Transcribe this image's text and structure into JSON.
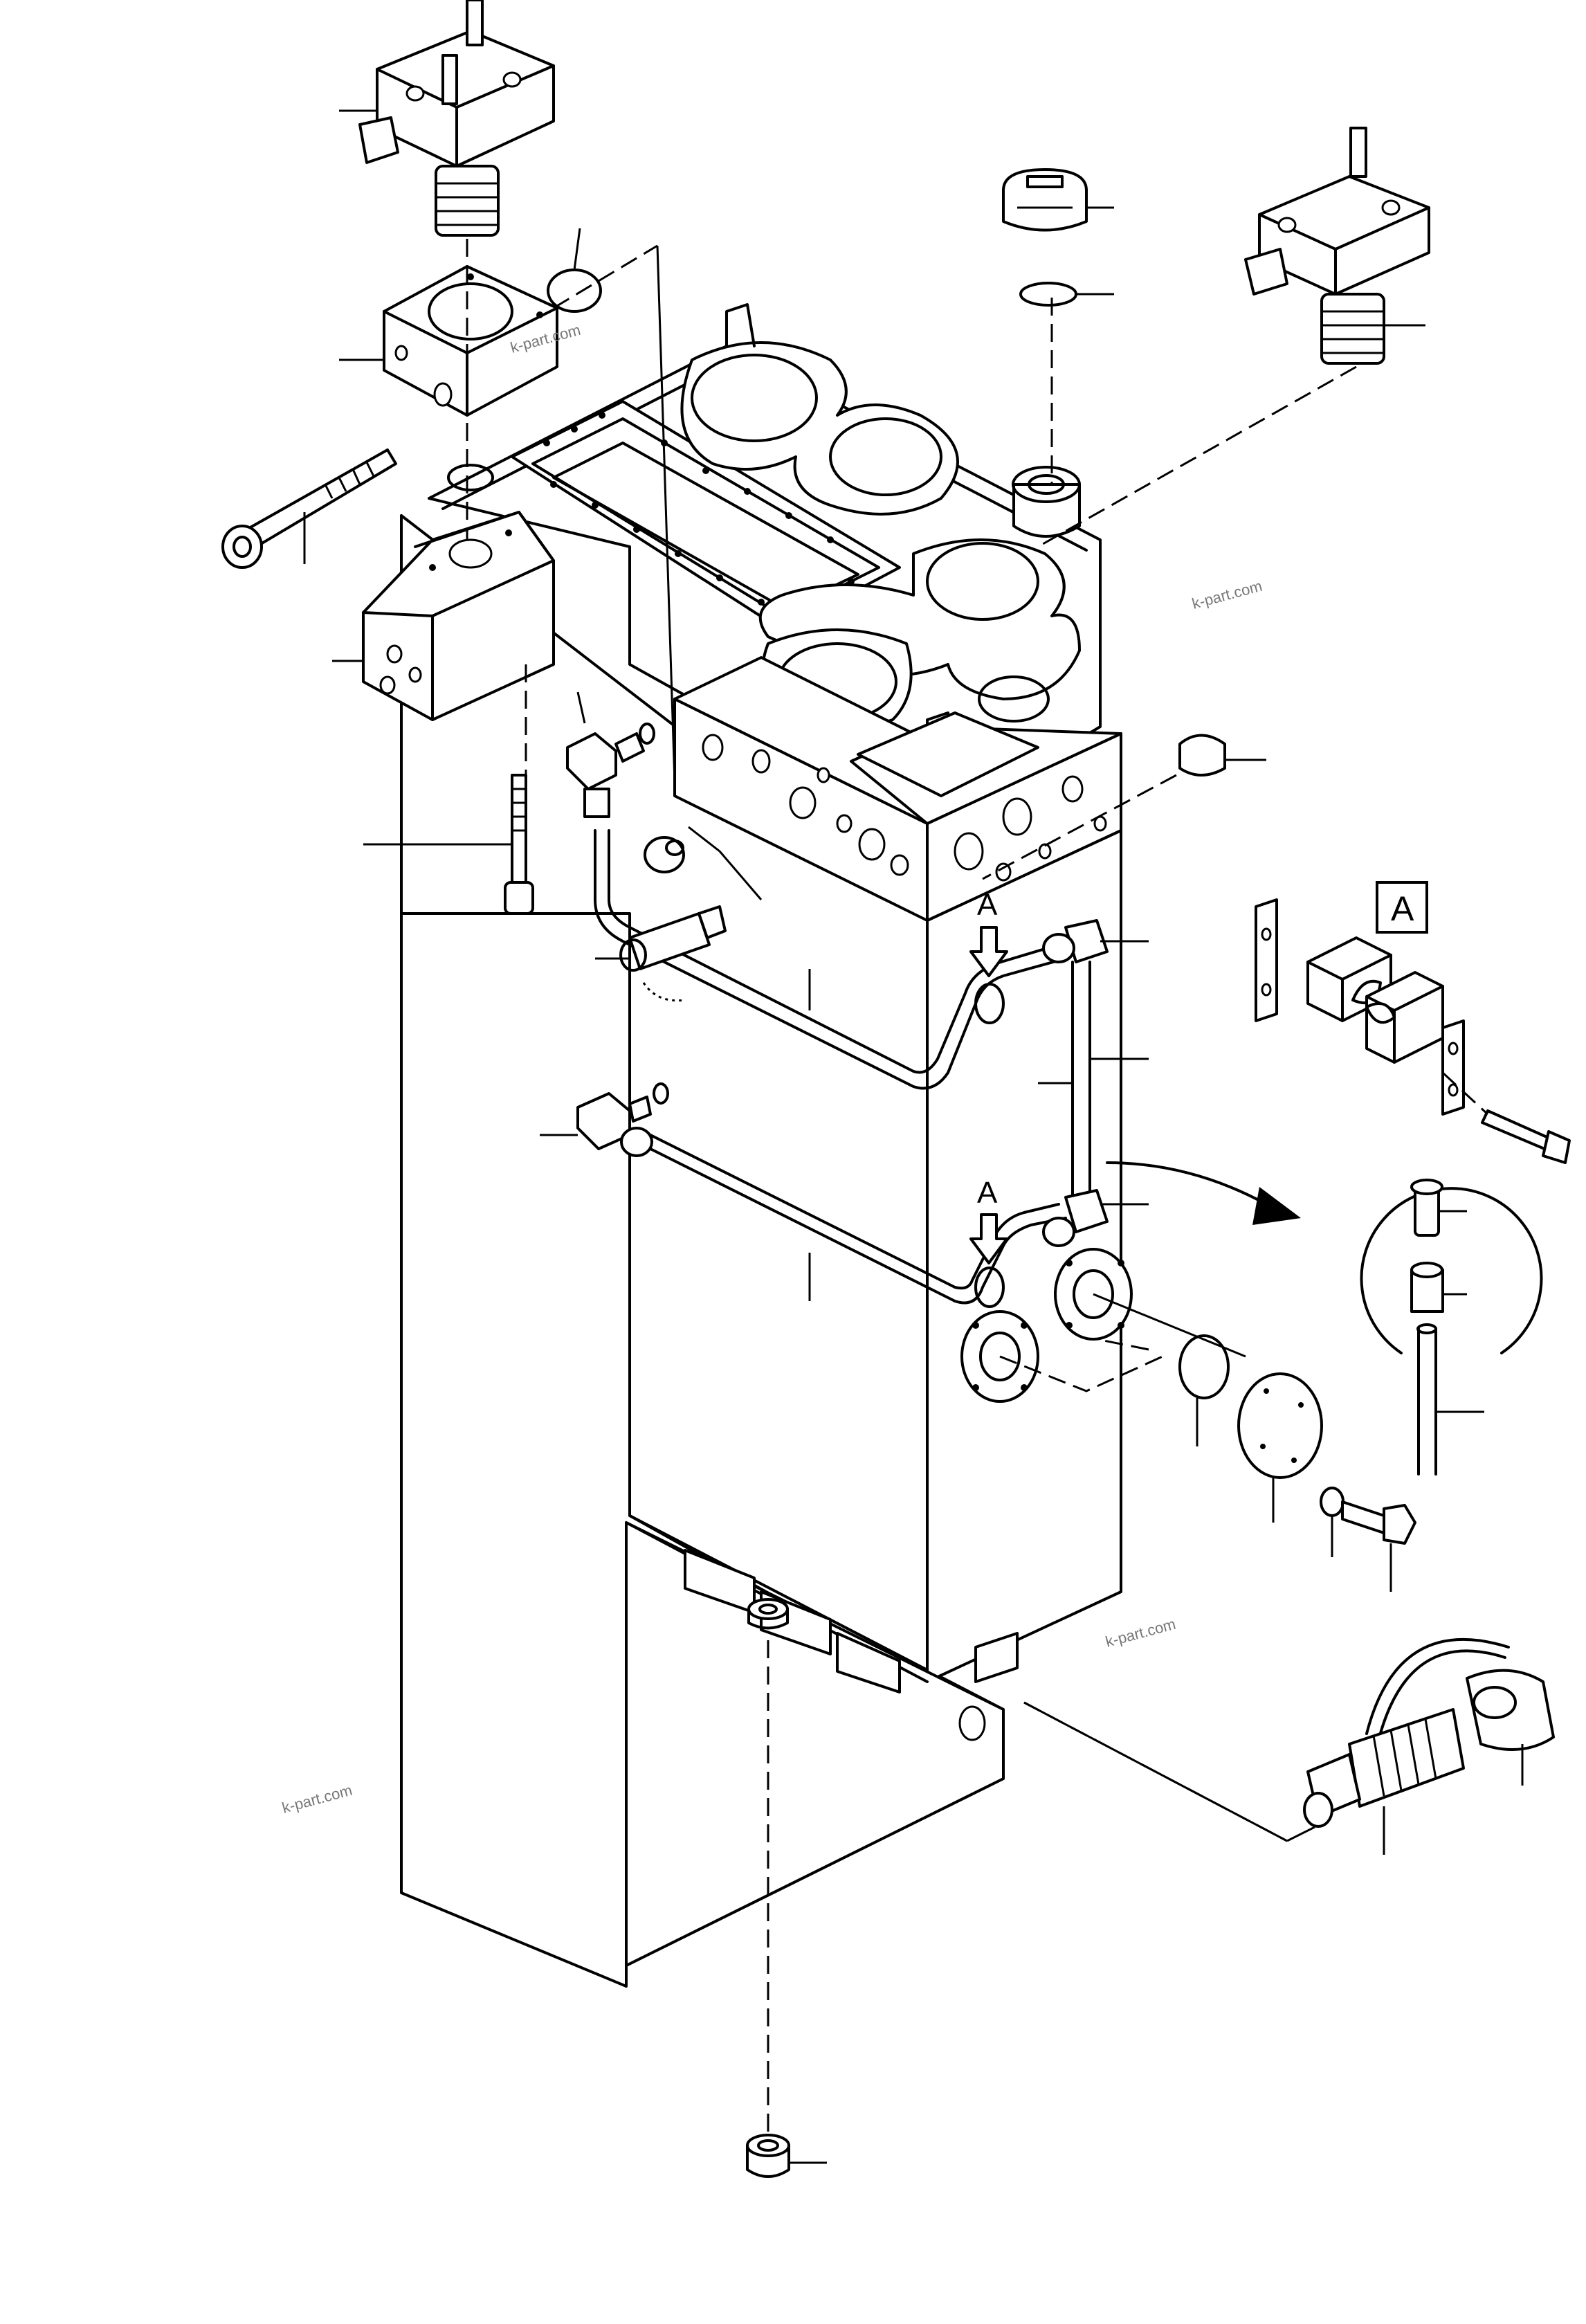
{
  "watermarks": [
    "k-part.com",
    "k-part.com",
    "k-part.com",
    "k-part.com"
  ],
  "callouts": {
    "view_arrow_upper": "A",
    "view_arrow_lower": "A",
    "detail_box": "A"
  }
}
